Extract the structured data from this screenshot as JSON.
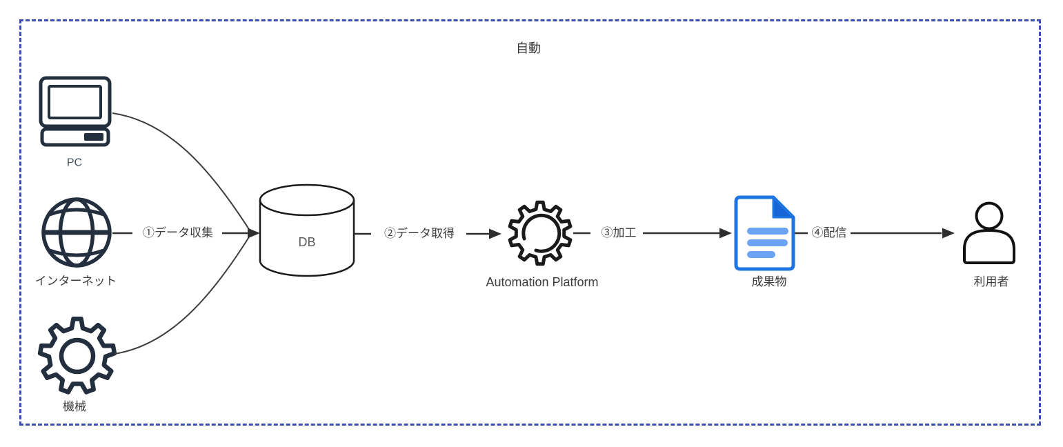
{
  "diagram": {
    "title": "自動",
    "nodes": {
      "pc": {
        "label": "PC",
        "icon": "computer-icon"
      },
      "internet": {
        "label": "インターネット",
        "icon": "globe-icon"
      },
      "machine": {
        "label": "機械",
        "icon": "gear-icon"
      },
      "db": {
        "label": "DB",
        "icon": "database-cylinder"
      },
      "automation": {
        "label": "Automation Platform",
        "icon": "gear-sync-icon"
      },
      "deliverable": {
        "label": "成果物",
        "icon": "document-icon"
      },
      "user": {
        "label": "利用者",
        "icon": "person-icon"
      }
    },
    "edges": {
      "collect": {
        "label": "①データ収集",
        "from": [
          "pc",
          "internet",
          "machine"
        ],
        "to": "db"
      },
      "fetch": {
        "label": "②データ取得",
        "from": [
          "db"
        ],
        "to": "automation"
      },
      "process": {
        "label": "③加工",
        "from": [
          "automation"
        ],
        "to": "deliverable"
      },
      "deliver": {
        "label": "④配信",
        "from": [
          "deliverable"
        ],
        "to": "user"
      }
    },
    "colors": {
      "border_indigo": "#3c4cb0",
      "icon_navy": "#232f3e",
      "line_dark": "#2e2e2e",
      "db_text": "#595959",
      "doc_blue": "#1e74e0",
      "doc_fold_blue": "#1565d8",
      "doc_bar_blue": "#6ba3f3",
      "background": "#ffffff"
    }
  }
}
